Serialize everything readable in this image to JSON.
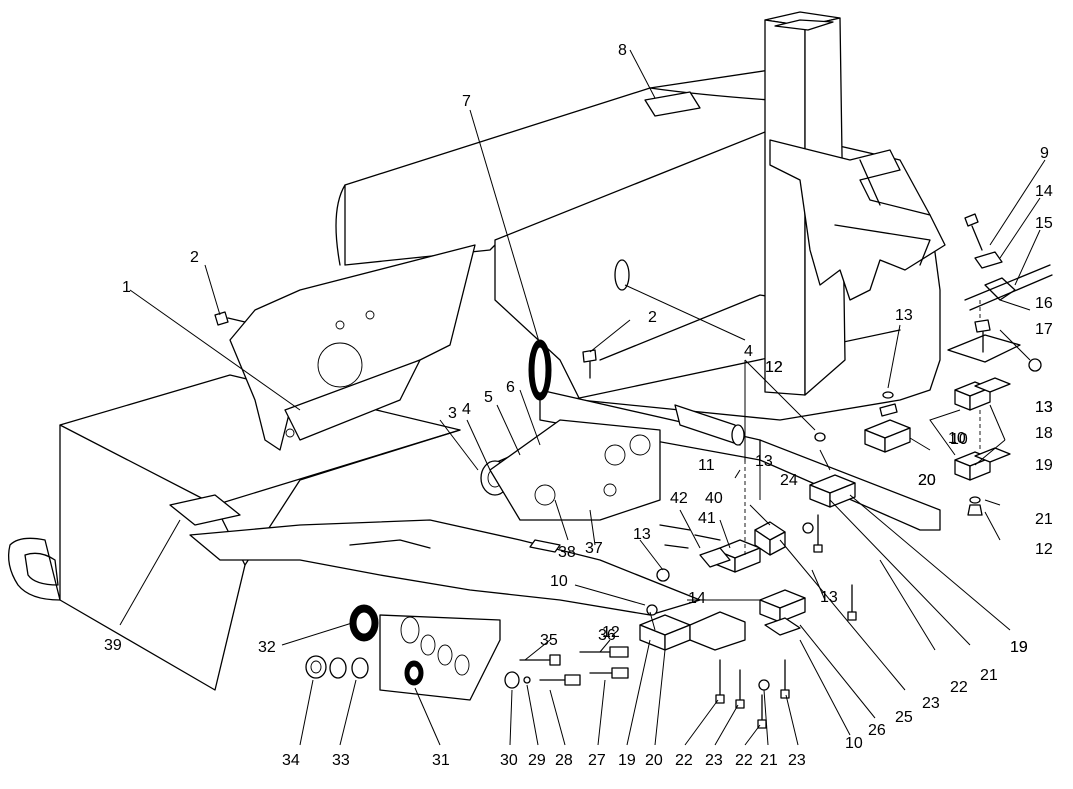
{
  "diagram": {
    "part_callouts": [
      "1",
      "2",
      "2",
      "3",
      "4",
      "4",
      "5",
      "6",
      "7",
      "8",
      "9",
      "10",
      "10",
      "10",
      "10",
      "11",
      "12",
      "12",
      "12",
      "12",
      "13",
      "13",
      "13",
      "13",
      "13",
      "13",
      "14",
      "14",
      "15",
      "16",
      "17",
      "18",
      "19",
      "19",
      "19",
      "19",
      "20",
      "20",
      "20",
      "21",
      "21",
      "21",
      "22",
      "22",
      "22",
      "23",
      "23",
      "23",
      "24",
      "25",
      "26",
      "27",
      "28",
      "29",
      "30",
      "31",
      "32",
      "33",
      "34",
      "35",
      "36",
      "37",
      "38",
      "39",
      "40",
      "41",
      "42"
    ]
  }
}
